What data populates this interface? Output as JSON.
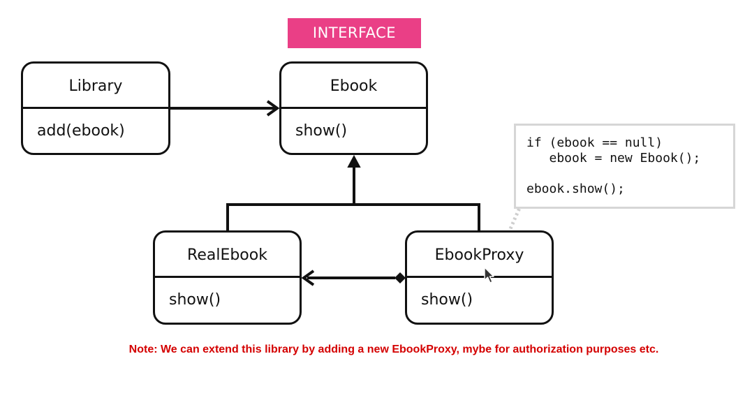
{
  "colors": {
    "interface_tag_bg": "#ea3f86",
    "note_text": "#d40000",
    "lines": "#111111",
    "code_box_border": "#d6d6d6"
  },
  "interface_tag": {
    "label": "INTERFACE"
  },
  "classes": {
    "library": {
      "name": "Library",
      "method": "add(ebook)"
    },
    "ebook": {
      "name": "Ebook",
      "method": "show()"
    },
    "real_ebook": {
      "name": "RealEbook",
      "method": "show()"
    },
    "ebook_proxy": {
      "name": "EbookProxy",
      "method": "show()"
    }
  },
  "code_note": {
    "lines": [
      "if (ebook == null)",
      "   ebook = new Ebook();",
      "",
      "ebook.show();"
    ]
  },
  "relationships": [
    {
      "from": "Library",
      "to": "Ebook",
      "kind": "association"
    },
    {
      "from": "RealEbook",
      "to": "Ebook",
      "kind": "realization"
    },
    {
      "from": "EbookProxy",
      "to": "Ebook",
      "kind": "realization"
    },
    {
      "from": "EbookProxy",
      "to": "RealEbook",
      "kind": "composition"
    }
  ],
  "footer_note": "Note: We can extend this library by adding a new EbookProxy, mybe for authorization purposes etc.",
  "icons": {
    "cursor": "mouse-pointer-icon"
  }
}
